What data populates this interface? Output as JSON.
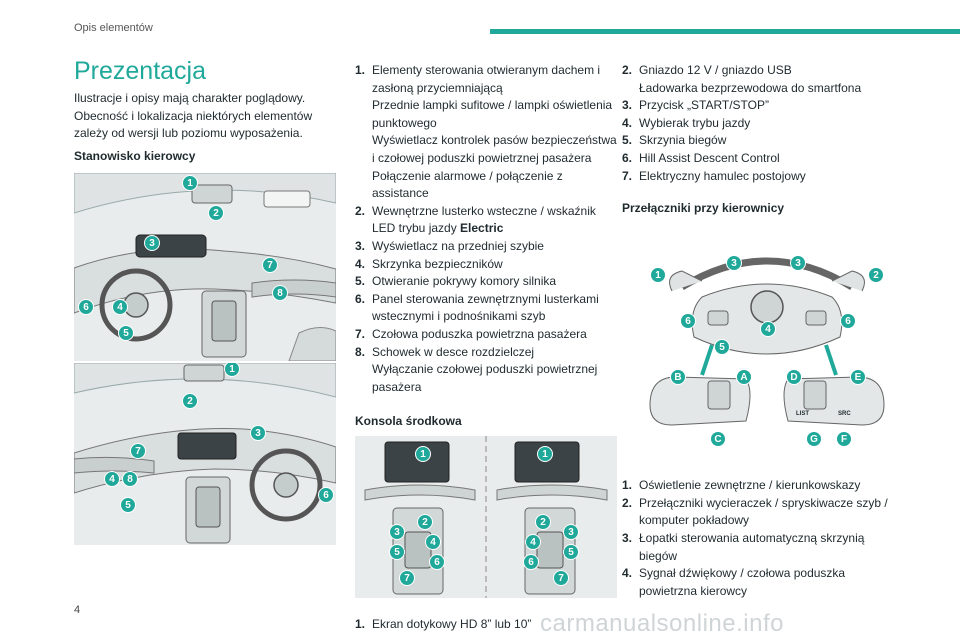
{
  "header": {
    "section": "Opis elementów"
  },
  "page": {
    "number": "4"
  },
  "title": "Prezentacja",
  "intro": "Ilustracje i opisy mają charakter poglądowy. Obecność i lokalizacja niektórych elementów zależy od wersji lub poziomu wyposażenia.",
  "driver": {
    "heading": "Stanowisko kierowcy",
    "markers_top": [
      "1",
      "2",
      "3",
      "7",
      "8",
      "6",
      "4",
      "5"
    ],
    "markers_bottom": [
      "1",
      "2",
      "3",
      "7",
      "4",
      "8",
      "5",
      "6"
    ]
  },
  "driver_list": [
    {
      "num": "1.",
      "lines": [
        "Elementy sterowania otwieranym dachem i zasłoną przyciemniającą",
        "Przednie lampki sufitowe / lampki oświetlenia punktowego",
        "Wyświetlacz kontrolek pasów bezpieczeństwa i czołowej poduszki powietrznej pasażera",
        "Połączenie alarmowe / połączenie z assistance"
      ]
    },
    {
      "num": "2.",
      "lines": [
        "Wewnętrzne lusterko wsteczne / wskaźnik LED trybu jazdy"
      ],
      "bold": "Electric"
    },
    {
      "num": "3.",
      "lines": [
        "Wyświetlacz na przedniej szybie"
      ]
    },
    {
      "num": "4.",
      "lines": [
        "Skrzynka bezpieczników"
      ]
    },
    {
      "num": "5.",
      "lines": [
        "Otwieranie pokrywy komory silnika"
      ]
    },
    {
      "num": "6.",
      "lines": [
        "Panel sterowania zewnętrznymi lusterkami wstecznymi i podnośnikami szyb"
      ]
    },
    {
      "num": "7.",
      "lines": [
        "Czołowa poduszka powietrzna pasażera"
      ]
    },
    {
      "num": "8.",
      "lines": [
        "Schowek w desce rozdzielczej",
        "Wyłączanie czołowej poduszki powietrznej pasażera"
      ]
    }
  ],
  "console": {
    "heading": "Konsola środkowa",
    "markers_left": [
      "1",
      "2",
      "3",
      "4",
      "5",
      "6",
      "7"
    ],
    "markers_right": [
      "1",
      "2",
      "3",
      "4",
      "5",
      "6",
      "7"
    ]
  },
  "console_list": [
    {
      "num": "1.",
      "lines": [
        "Ekran dotykowy HD 8” lub 10”"
      ]
    },
    {
      "num": "2.",
      "lines": [
        "Gniazdo 12 V / gniazdo USB",
        "Ładowarka bezprzewodowa do smartfona"
      ]
    },
    {
      "num": "3.",
      "lines": [
        "Przycisk „START/STOP”"
      ]
    },
    {
      "num": "4.",
      "lines": [
        "Wybierak trybu jazdy"
      ]
    },
    {
      "num": "5.",
      "lines": [
        "Skrzynia biegów"
      ]
    },
    {
      "num": "6.",
      "lines": [
        "Hill Assist Descent Control"
      ]
    },
    {
      "num": "7.",
      "lines": [
        "Elektryczny hamulec postojowy"
      ]
    }
  ],
  "wheel": {
    "heading": "Przełączniki przy kierownicy",
    "markers": [
      "1",
      "3",
      "3",
      "2",
      "6",
      "6",
      "4",
      "5"
    ],
    "letters": [
      "B",
      "A",
      "D",
      "E",
      "C",
      "G",
      "F"
    ],
    "button_labels": [
      "LIST",
      "SRC"
    ]
  },
  "wheel_list": [
    {
      "num": "1.",
      "lines": [
        "Oświetlenie zewnętrzne / kierunkowskazy"
      ]
    },
    {
      "num": "2.",
      "lines": [
        "Przełączniki wycieraczek / spryskiwacze szyb / komputer pokładowy"
      ]
    },
    {
      "num": "3.",
      "lines": [
        "Łopatki sterowania automatyczną skrzynią biegów"
      ]
    },
    {
      "num": "4.",
      "lines": [
        "Sygnał dźwiękowy / czołowa poduszka powietrzna kierowcy"
      ]
    }
  ],
  "watermark": "carmanualsonline.info",
  "colors": {
    "accent": "#20a99a",
    "text": "#1f2a2e",
    "illustration_bg": "#eceff0"
  }
}
